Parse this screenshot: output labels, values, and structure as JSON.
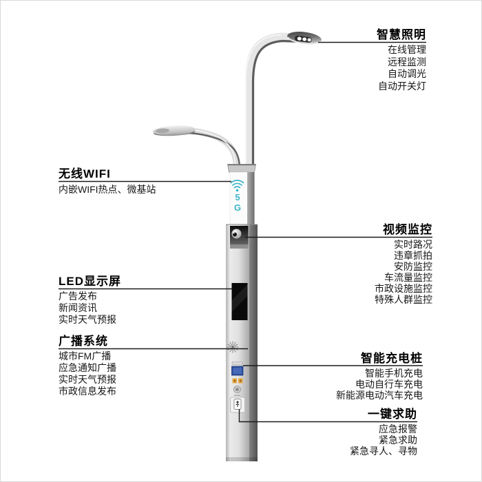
{
  "pole": {
    "wifi_5g": {
      "line1": "5",
      "line2": "G"
    }
  },
  "colors": {
    "accent_cyan": "#3bb4c7",
    "screen_blue": "#2d4e9b",
    "socket_orange": "#e2a23c",
    "line_black": "#1a1a1a"
  },
  "annotations": {
    "left": [
      {
        "id": "wifi",
        "title": "无线WIFI",
        "items": [
          "内嵌WIFI热点、微基站"
        ]
      },
      {
        "id": "led",
        "title": "LED显示屏",
        "items": [
          "广告发布",
          "新闻资讯",
          "实时天气预报"
        ]
      },
      {
        "id": "broadcast",
        "title": "广播系统",
        "items": [
          "城市FM广播",
          "应急通知广播",
          "实时天气预报",
          "市政信息发布"
        ]
      }
    ],
    "right": [
      {
        "id": "lighting",
        "title": "智慧照明",
        "items": [
          "在线管理",
          "远程监测",
          "自动调光",
          "自动开关灯"
        ]
      },
      {
        "id": "video",
        "title": "视频监控",
        "items": [
          "实时路况",
          "违章抓拍",
          "安防监控",
          "车流量监控",
          "市政设施监控",
          "特殊人群监控"
        ]
      },
      {
        "id": "charging",
        "title": "智能充电桩",
        "items": [
          "智能手机充电",
          "电动自行车充电",
          "新能源电动汽车充电"
        ]
      },
      {
        "id": "sos",
        "title": "一键求助",
        "items": [
          "应急报警",
          "紧急求助",
          "紧急寻人、寻物"
        ]
      }
    ]
  }
}
